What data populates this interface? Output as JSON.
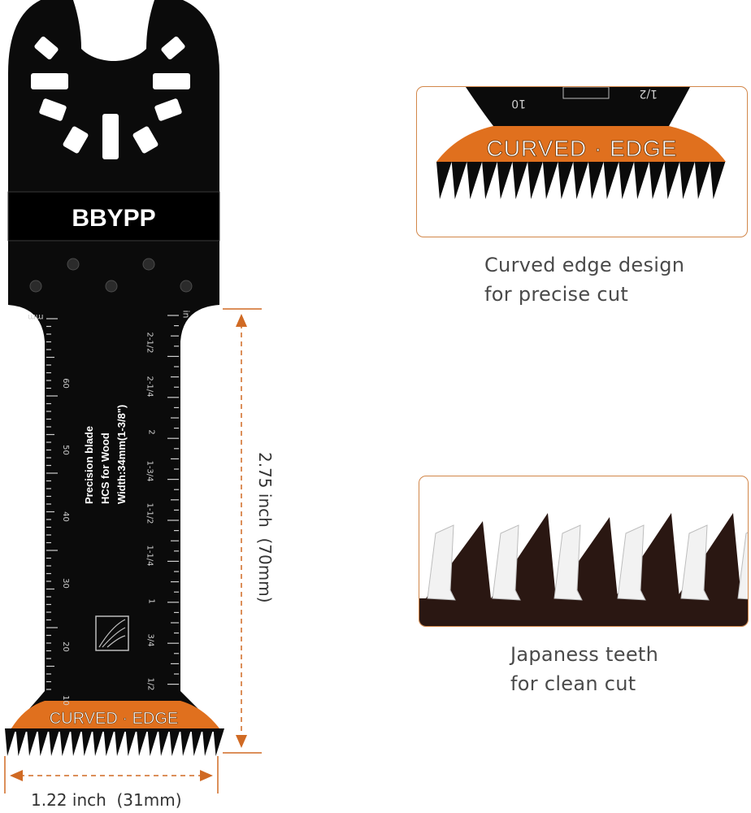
{
  "blade": {
    "brand": "BBYPP",
    "edge_label": "CURVED · EDGE",
    "spec_line1": "Precision blade",
    "spec_line2": "HCS for Wood",
    "spec_line3": "Width:34mm(1-3/8\")",
    "unit_mm": "mm",
    "unit_in": "in",
    "mm_ticks": [
      "10",
      "20",
      "30",
      "40",
      "50",
      "60"
    ],
    "in_ticks": [
      "1/2",
      "3/4",
      "1",
      "1-1/4",
      "1-1/2",
      "1-3/4",
      "2",
      "2-1/4",
      "2-1/2"
    ]
  },
  "dimensions": {
    "height": "2.75 inch  (70mm)",
    "width": "1.22 inch  (31mm)"
  },
  "detail_top": {
    "edge_label": "CURVED · EDGE",
    "tick_left": "10",
    "tick_right": "1/2",
    "caption_line1": "Curved edge design",
    "caption_line2": "for precise cut"
  },
  "detail_bottom": {
    "caption_line1": "Japaness teeth",
    "caption_line2": "for clean cut"
  },
  "colors": {
    "orange": "#e0701e",
    "blade": "#0b0b0b",
    "frame": "#d2874a",
    "dim_line": "#d06a24",
    "tooth_dark": "#2a1712"
  }
}
